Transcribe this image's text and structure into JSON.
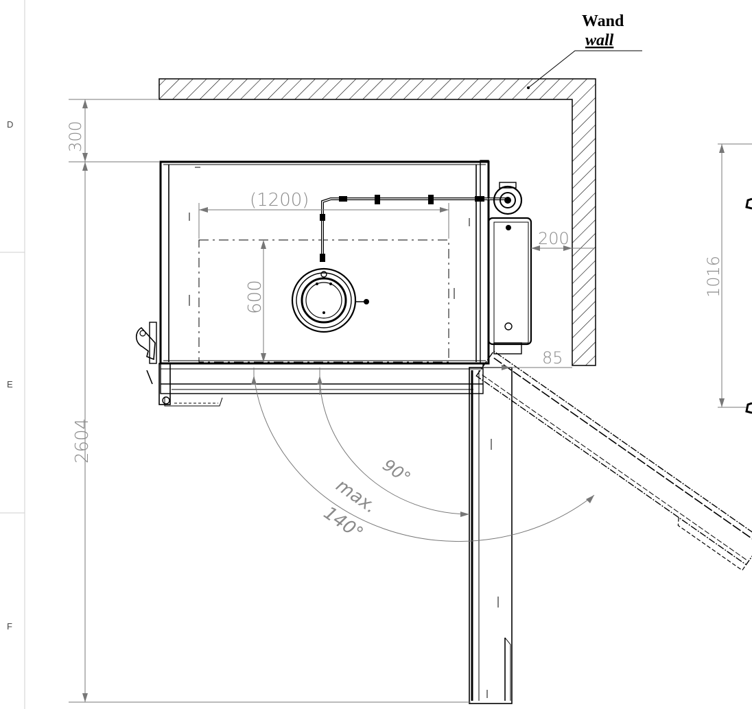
{
  "wall_label": {
    "de": "Wand",
    "en": "wall"
  },
  "zones": [
    "D",
    "E",
    "F"
  ],
  "dimensions": {
    "wall_gap_top": "300",
    "total_depth": "2604",
    "width_ref": "(1200)",
    "depth_inner": "600",
    "side_clearance": "200",
    "handle_offset": "85",
    "right_height": "1016"
  },
  "angles": {
    "standard": "90°",
    "max_prefix": "max.",
    "max_value": "140°"
  }
}
